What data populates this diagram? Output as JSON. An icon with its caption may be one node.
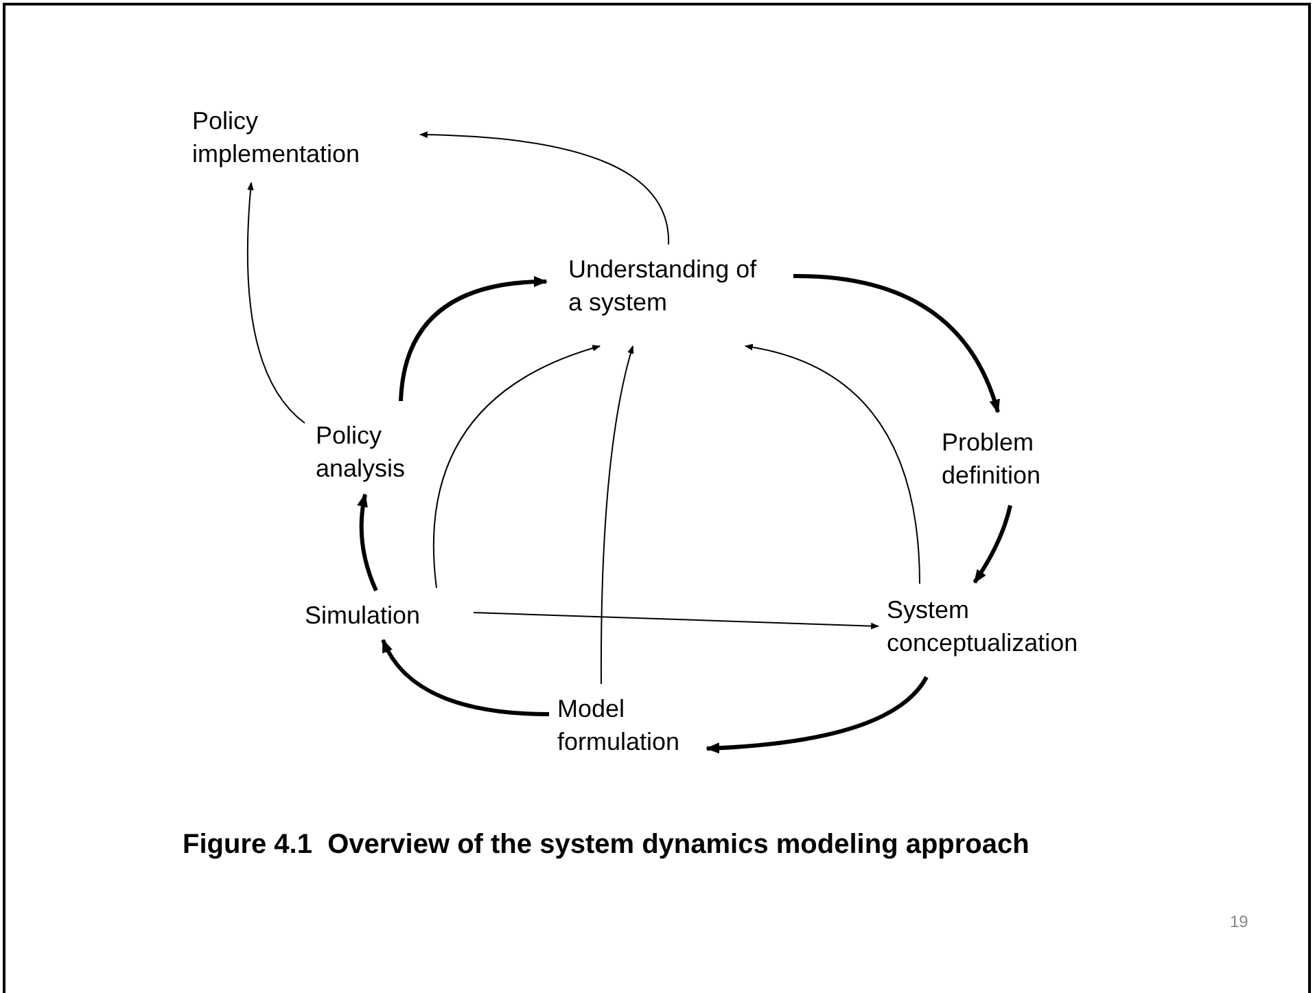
{
  "diagram": {
    "caption": "Figure 4.1  Overview of the system dynamics modeling approach",
    "nodes": [
      {
        "text": [
          "Policy implementation"
        ]
      },
      {
        "text": [
          "Understanding of a system"
        ]
      },
      {
        "text": [
          "Problem definition"
        ]
      },
      {
        "text": [
          "Policy analysis"
        ]
      },
      {
        "text": [
          "Simulation"
        ]
      },
      {
        "text": [
          "System conceptualization"
        ]
      },
      {
        "text": [
          "Model formulation"
        ]
      }
    ],
    "edges": [
      {
        "from": 1,
        "to": 2,
        "arrow": "to",
        "style": "thick"
      },
      {
        "from": 2,
        "to": 5,
        "arrow": "to",
        "style": "thick"
      },
      {
        "from": 5,
        "to": 6,
        "arrow": "to",
        "style": "thick"
      },
      {
        "from": 6,
        "to": 4,
        "arrow": "to",
        "style": "thick"
      },
      {
        "from": 4,
        "to": 3,
        "arrow": "to",
        "style": "thick"
      },
      {
        "from": 3,
        "to": 1,
        "arrow": "to",
        "style": "thick"
      },
      {
        "from": 3,
        "to": 0,
        "arrow": "to"
      },
      {
        "from": 1,
        "to": 0,
        "arrow": "to"
      },
      {
        "from": 4,
        "to": 1,
        "arrow": "to"
      },
      {
        "from": 6,
        "to": 1,
        "arrow": "to"
      },
      {
        "from": 5,
        "to": 1,
        "arrow": "to"
      },
      {
        "from": 4,
        "to": 5,
        "arrow": "to"
      }
    ],
    "labels": [
      "19"
    ]
  }
}
